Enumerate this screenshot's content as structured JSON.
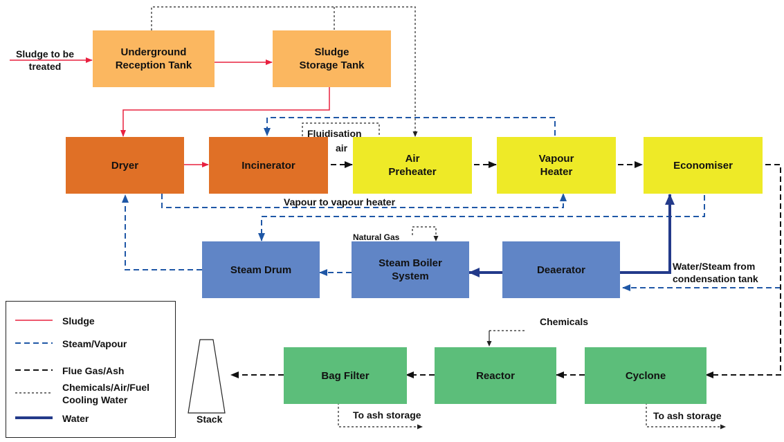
{
  "colors": {
    "sludge": "#e8203f",
    "steam": "#1f57a6",
    "flue": "#111111",
    "chem": "#222222",
    "water": "#233a8a",
    "tank": "#fbb760",
    "thermal": "#e07026",
    "heater": "#eeea27",
    "steam_box": "#6085c6",
    "treatment": "#5cbe7a"
  },
  "boxes": {
    "underground_tank": "Underground\nReception Tank",
    "storage_tank": "Sludge\nStorage Tank",
    "dryer": "Dryer",
    "incinerator": "Incinerator",
    "air_preheater": "Air\nPreheater",
    "vapour_heater": "Vapour\nHeater",
    "economiser": "Economiser",
    "steam_drum": "Steam Drum",
    "steam_boiler": "Steam Boiler\nSystem",
    "deaerator": "Deaerator",
    "bag_filter": "Bag Filter",
    "reactor": "Reactor",
    "cyclone": "Cyclone"
  },
  "labels": {
    "sludge_in": "Sludge to be\ntreated",
    "fluidisation": "Fluidisation",
    "air": "air",
    "vapour_to_heater": "Vapour to vapour heater",
    "natural_gas": "Natural Gas",
    "water_steam": "Water/Steam from\ncondensation tank",
    "chemicals": "Chemicals",
    "ash1": "To ash storage",
    "ash2": "To ash storage",
    "stack": "Stack"
  },
  "legend": {
    "sludge": "Sludge",
    "steam": "Steam/Vapour",
    "flue": "Flue Gas/Ash",
    "chem": "Chemicals/Air/Fuel\nCooling Water",
    "water": "Water"
  }
}
